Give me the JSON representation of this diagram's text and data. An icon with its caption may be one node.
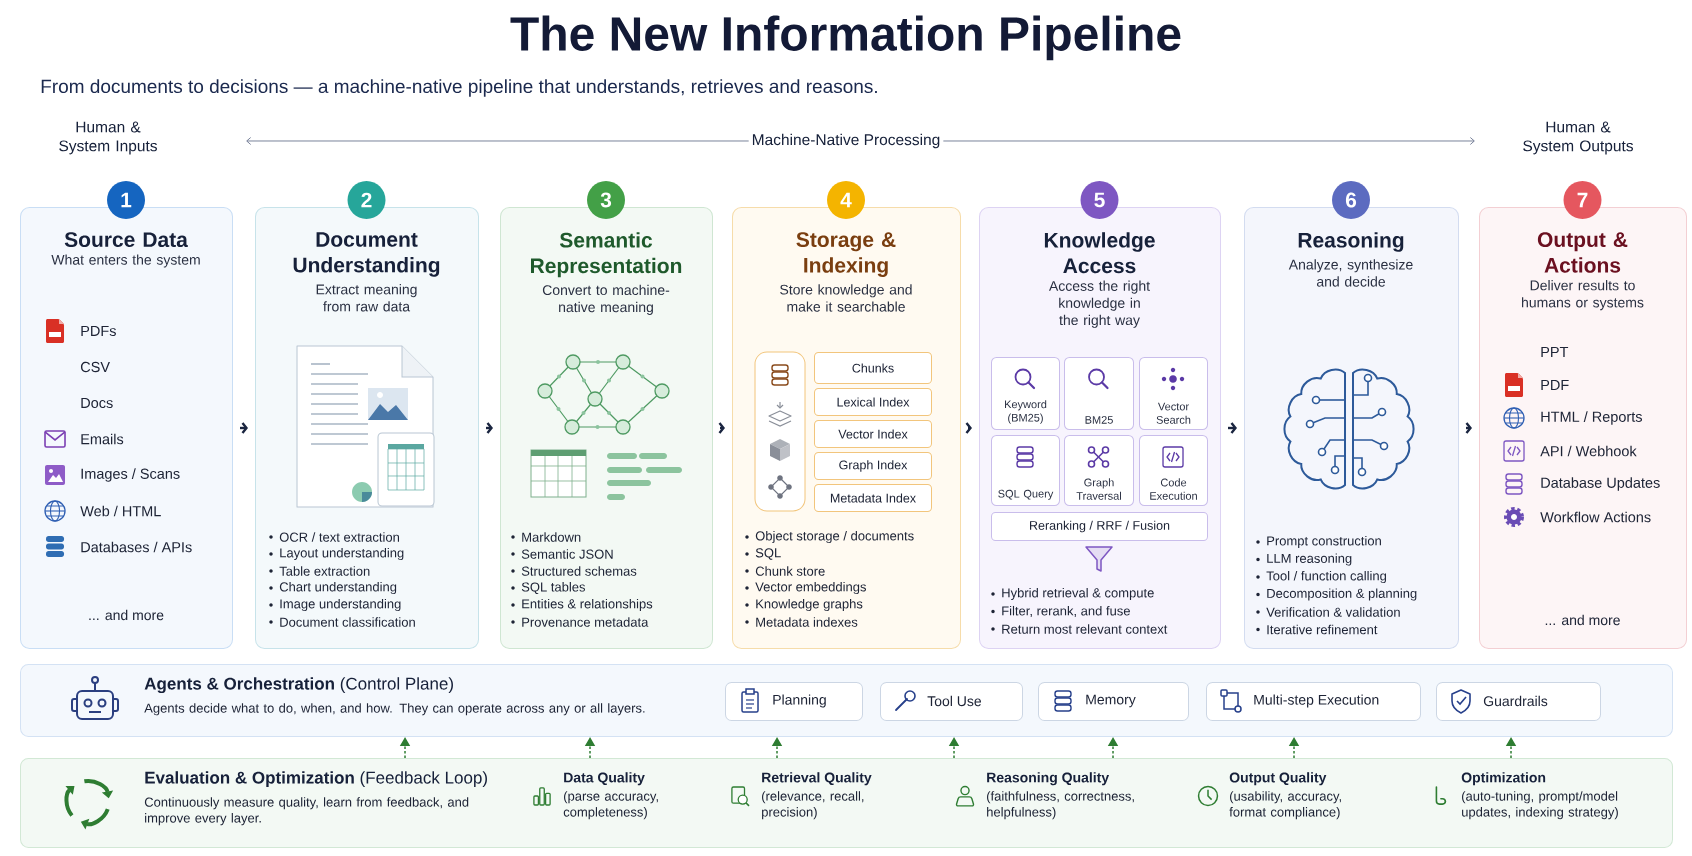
{
  "diagram": {
    "title": "The New Information Pipeline",
    "nodes": [
      {
        "text": [
          "1"
        ]
      },
      {
        "text": [
          "Source Data",
          "What enters the system",
          "PDFs",
          "CSV",
          "Docs",
          "Emails",
          "Images / Scans",
          "Web / HTML",
          "Databases / APIs",
          "... and more"
        ]
      },
      {
        "text": [
          "2"
        ]
      },
      {
        "text": [
          "Document Understanding",
          "Extract meaning from raw data",
          "OCR / text extraction",
          "Layout understanding",
          "Table extraction",
          "Chart understanding",
          "Image understanding",
          "Document classification"
        ]
      },
      {
        "text": [
          "3"
        ]
      },
      {
        "text": [
          "Semantic Representation",
          "Convert to machine-native meaning",
          "Markdown",
          "Semantic JSON",
          "Structured schemas",
          "SQL tables",
          "Entities & relationships",
          "Provenance metadata"
        ]
      },
      {
        "text": [
          "4"
        ]
      },
      {
        "text": [
          "Storage & Indexing",
          "Store knowledge and make it searchable",
          "Object storage / documents",
          "SQL",
          "Chunk store",
          "Vector embeddings",
          "Knowledge graphs",
          "Metadata indexes"
        ]
      },
      {
        "text": [
          "Chunks"
        ],
        "in": 7
      },
      {
        "text": [
          "Lexical Index"
        ],
        "in": 7
      },
      {
        "text": [
          "Vector Index"
        ],
        "in": 7
      },
      {
        "text": [
          "Graph Index"
        ],
        "in": 7
      },
      {
        "text": [
          "Metadata Index"
        ],
        "in": 7
      },
      {
        "text": [
          "5"
        ]
      },
      {
        "text": [
          "Knowledge Access",
          "Access the right knowledge in the right way",
          "Hybrid retrieval & compute",
          "Filter, rerank, and fuse",
          "Return most relevant context"
        ]
      },
      {
        "text": [
          "Keyword (BM25)"
        ],
        "in": 14
      },
      {
        "text": [
          "BM25"
        ],
        "in": 14
      },
      {
        "text": [
          "Vector Search"
        ],
        "in": 14
      },
      {
        "text": [
          "SQL Query"
        ],
        "in": 14
      },
      {
        "text": [
          "Graph Traversal"
        ],
        "in": 14
      },
      {
        "text": [
          "Code Execution"
        ],
        "in": 14
      },
      {
        "text": [
          "Reranking / RRF / Fusion"
        ],
        "in": 14
      },
      {
        "text": [
          "6"
        ]
      },
      {
        "text": [
          "Reasoning",
          "Analyze, synthesize and decide",
          "Prompt construction",
          "LLM reasoning",
          "Tool / function calling",
          "Decomposition & planning",
          "Verification & validation",
          "Iterative refinement"
        ]
      },
      {
        "text": [
          "7"
        ]
      },
      {
        "text": [
          "Output & Actions",
          "Deliver results to humans or systems",
          "PPT",
          "PDF",
          "HTML / Reports",
          "API / Webhook",
          "Database Updates",
          "Workflow Actions",
          "... and more"
        ]
      },
      {
        "text": [
          "**Agents & Orchestration** (Control Plane)",
          "Agents decide what to do, when, and how. They can operate across any or all layers."
        ]
      },
      {
        "text": [
          "Planning"
        ],
        "in": 26
      },
      {
        "text": [
          "Tool Use"
        ],
        "in": 26
      },
      {
        "text": [
          "Memory"
        ],
        "in": 26
      },
      {
        "text": [
          "Multi-step Execution"
        ],
        "in": 26
      },
      {
        "text": [
          "Guardrails"
        ],
        "in": 26
      },
      {
        "text": [
          "**Evaluation & Optimization** (Feedback Loop)",
          "Continuously measure quality, learn from feedback, and improve every layer.",
          "Data Quality",
          "(parse accuracy, completeness)",
          "Retrieval Quality",
          "(relevance, recall, precision)",
          "Reasoning Quality",
          "(faithfulness, correctness, helpfulness)",
          "Output Quality",
          "(usability, accuracy, format compliance)",
          "Optimization",
          "(auto-tuning, prompt/model updates, indexing strategy)"
        ]
      }
    ],
    "edges": [
      {
        "from": 1,
        "to": 3,
        "arrow": "to"
      },
      {
        "from": 3,
        "to": 5,
        "arrow": "to"
      },
      {
        "from": 5,
        "to": 7,
        "arrow": "to"
      },
      {
        "from": 7,
        "to": 14,
        "arrow": "to"
      },
      {
        "from": 14,
        "to": 23,
        "arrow": "to"
      },
      {
        "from": 23,
        "to": 25,
        "arrow": "to"
      },
      {
        "from": 32,
        "to": 26,
        "arrow": "to",
        "style": "dashed",
        "color": "#2e7d32"
      },
      {
        "from": 32,
        "to": 26,
        "arrow": "to",
        "style": "dashed",
        "color": "#2e7d32"
      },
      {
        "from": 32,
        "to": 26,
        "arrow": "to",
        "style": "dashed",
        "color": "#2e7d32"
      },
      {
        "from": 32,
        "to": 26,
        "arrow": "to",
        "style": "dashed",
        "color": "#2e7d32"
      },
      {
        "from": 32,
        "to": 26,
        "arrow": "to",
        "style": "dashed",
        "color": "#2e7d32"
      },
      {
        "from": 32,
        "to": 26,
        "arrow": "to",
        "style": "dashed",
        "color": "#2e7d32"
      },
      {
        "from": 32,
        "to": 26,
        "arrow": "to",
        "style": "dashed",
        "color": "#2e7d32"
      }
    ],
    "labels": [
      "From documents to decisions — a machine-native pipeline that understands, retrieves and reasons.",
      "Human & System Inputs",
      "Machine-Native Processing",
      "Human & System Outputs"
    ]
  }
}
